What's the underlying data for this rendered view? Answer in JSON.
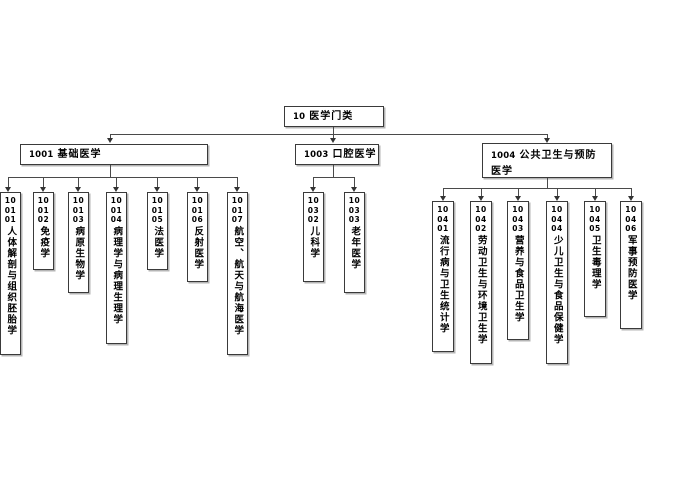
{
  "diagram": {
    "title_node": {
      "code": "10",
      "name": "医学门类"
    },
    "level1": [
      {
        "code": "1001",
        "name": "基础医学"
      },
      {
        "code": "1003",
        "name": "口腔医学"
      },
      {
        "code": "1004",
        "name": "公共卫生与预防医学"
      }
    ],
    "group_basic_medicine": [
      {
        "d1": "10",
        "d2": "01",
        "d3": "01",
        "name": "人体解剖与组织胚胎学"
      },
      {
        "d1": "10",
        "d2": "01",
        "d3": "02",
        "name": "免疫学"
      },
      {
        "d1": "10",
        "d2": "01",
        "d3": "03",
        "name": "病原生物学"
      },
      {
        "d1": "10",
        "d2": "01",
        "d3": "04",
        "name": "病理学与病理生理学"
      },
      {
        "d1": "10",
        "d2": "01",
        "d3": "05",
        "name": "法医学"
      },
      {
        "d1": "10",
        "d2": "01",
        "d3": "06",
        "name": "反射医学"
      },
      {
        "d1": "10",
        "d2": "01",
        "d3": "07",
        "name": "航空、航天与航海医学"
      }
    ],
    "group_stomatology": [
      {
        "d1": "10",
        "d2": "03",
        "d3": "02",
        "name": "儿科学"
      },
      {
        "d1": "10",
        "d2": "03",
        "d3": "03",
        "name": "老年医学"
      }
    ],
    "group_public_health": [
      {
        "d1": "10",
        "d2": "04",
        "d3": "01",
        "name": "流行病与卫生统计学"
      },
      {
        "d1": "10",
        "d2": "04",
        "d3": "02",
        "name": "劳动卫生与环境卫生学"
      },
      {
        "d1": "10",
        "d2": "04",
        "d3": "03",
        "name": "营养与食品卫生学"
      },
      {
        "d1": "10",
        "d2": "04",
        "d3": "04",
        "name": "少儿卫生与食品保健学"
      },
      {
        "d1": "10",
        "d2": "04",
        "d3": "05",
        "name": "卫生毒理学"
      },
      {
        "d1": "10",
        "d2": "04",
        "d3": "06",
        "name": "军事预防医学"
      }
    ],
    "colors": {
      "border": "#3a3a3a",
      "line": "#4a4a4a",
      "background": "#ffffff",
      "text": "#000000"
    }
  }
}
